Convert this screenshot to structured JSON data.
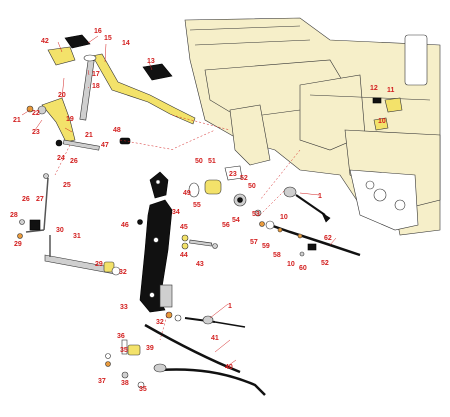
{
  "callouts": [
    {
      "id": "c1a",
      "text": "1"
    },
    {
      "id": "c1b",
      "text": "1"
    },
    {
      "id": "c10a",
      "text": "10"
    },
    {
      "id": "c10b",
      "text": "10"
    },
    {
      "id": "c10c",
      "text": "10"
    },
    {
      "id": "c11",
      "text": "11"
    },
    {
      "id": "c12",
      "text": "12"
    },
    {
      "id": "c13",
      "text": "13"
    },
    {
      "id": "c14",
      "text": "14"
    },
    {
      "id": "c15",
      "text": "15"
    },
    {
      "id": "c16",
      "text": "16"
    },
    {
      "id": "c17",
      "text": "17"
    },
    {
      "id": "c18",
      "text": "18"
    },
    {
      "id": "c19",
      "text": "19"
    },
    {
      "id": "c20",
      "text": "20"
    },
    {
      "id": "c21a",
      "text": "21"
    },
    {
      "id": "c21b",
      "text": "21"
    },
    {
      "id": "c22",
      "text": "22"
    },
    {
      "id": "c23a",
      "text": "23"
    },
    {
      "id": "c23b",
      "text": "23"
    },
    {
      "id": "c24",
      "text": "24"
    },
    {
      "id": "c25",
      "text": "25"
    },
    {
      "id": "c26a",
      "text": "26"
    },
    {
      "id": "c26b",
      "text": "26"
    },
    {
      "id": "c27",
      "text": "27"
    },
    {
      "id": "c28",
      "text": "28"
    },
    {
      "id": "c29a",
      "text": "29"
    },
    {
      "id": "c29b",
      "text": "29"
    },
    {
      "id": "c30",
      "text": "30"
    },
    {
      "id": "c31",
      "text": "31"
    },
    {
      "id": "c32a",
      "text": "32"
    },
    {
      "id": "c32b",
      "text": "32"
    },
    {
      "id": "c33",
      "text": "33"
    },
    {
      "id": "c34",
      "text": "34"
    },
    {
      "id": "c35a",
      "text": "35"
    },
    {
      "id": "c35b",
      "text": "35"
    },
    {
      "id": "c36",
      "text": "36"
    },
    {
      "id": "c37",
      "text": "37"
    },
    {
      "id": "c38",
      "text": "38"
    },
    {
      "id": "c39",
      "text": "39"
    },
    {
      "id": "c40",
      "text": "40"
    },
    {
      "id": "c41",
      "text": "41"
    },
    {
      "id": "c42",
      "text": "42"
    },
    {
      "id": "c43",
      "text": "43"
    },
    {
      "id": "c44",
      "text": "44"
    },
    {
      "id": "c45",
      "text": "45"
    },
    {
      "id": "c46",
      "text": "46"
    },
    {
      "id": "c47",
      "text": "47"
    },
    {
      "id": "c48",
      "text": "48"
    },
    {
      "id": "c49",
      "text": "49"
    },
    {
      "id": "c50a",
      "text": "50"
    },
    {
      "id": "c50b",
      "text": "50"
    },
    {
      "id": "c51",
      "text": "51"
    },
    {
      "id": "c52a",
      "text": "52"
    },
    {
      "id": "c52b",
      "text": "52"
    },
    {
      "id": "c53",
      "text": "53"
    },
    {
      "id": "c54",
      "text": "54"
    },
    {
      "id": "c55",
      "text": "55"
    },
    {
      "id": "c56",
      "text": "56"
    },
    {
      "id": "c57",
      "text": "57"
    },
    {
      "id": "c58",
      "text": "58"
    },
    {
      "id": "c59",
      "text": "59"
    },
    {
      "id": "c60",
      "text": "60"
    },
    {
      "id": "c62",
      "text": "62"
    }
  ],
  "colors": {
    "label": "#d32020",
    "yellow_part": "#f3e26a",
    "frame": "#f6efc9",
    "black_part": "#111111"
  }
}
